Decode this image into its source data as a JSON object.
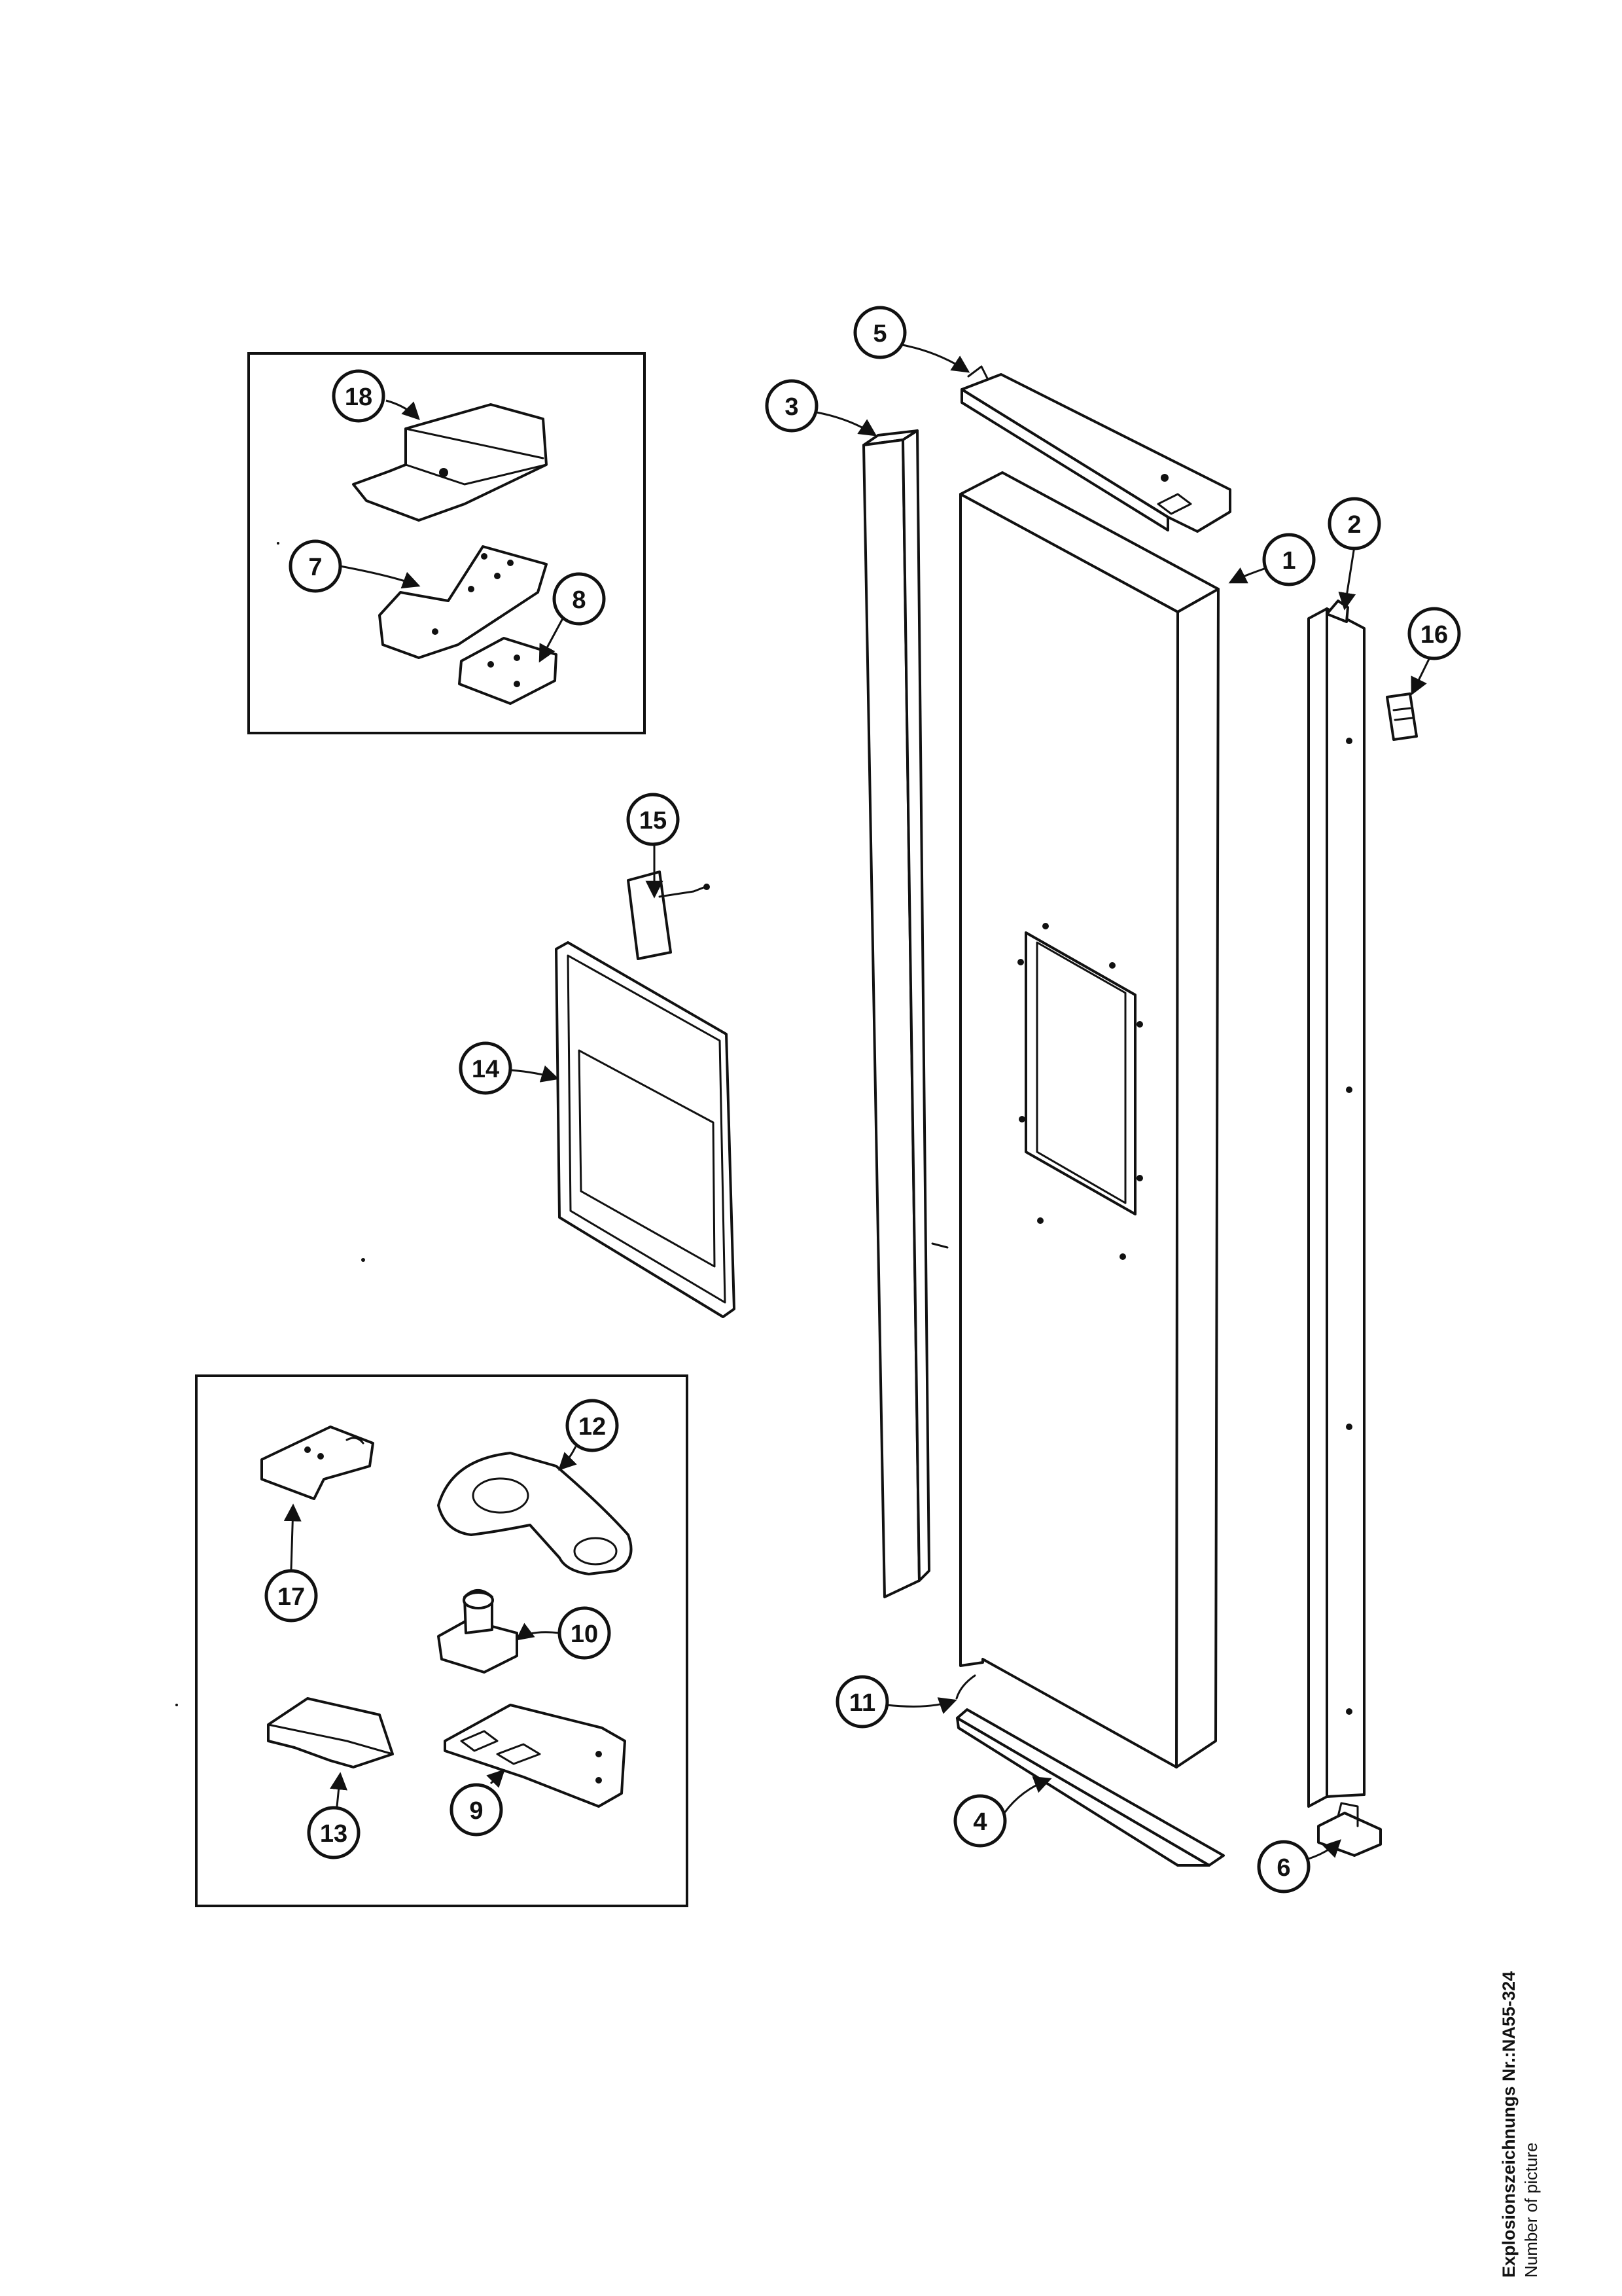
{
  "callouts": {
    "c1": "1",
    "c2": "2",
    "c3": "3",
    "c4": "4",
    "c5": "5",
    "c6": "6",
    "c7": "7",
    "c8": "8",
    "c9": "9",
    "c10": "10",
    "c11": "11",
    "c12": "12",
    "c13": "13",
    "c14": "14",
    "c15": "15",
    "c16": "16",
    "c17": "17",
    "c18": "18"
  },
  "caption": {
    "title": "Explosionszeichnungs Nr.:NA55-324",
    "subtitle": "Number of picture"
  }
}
